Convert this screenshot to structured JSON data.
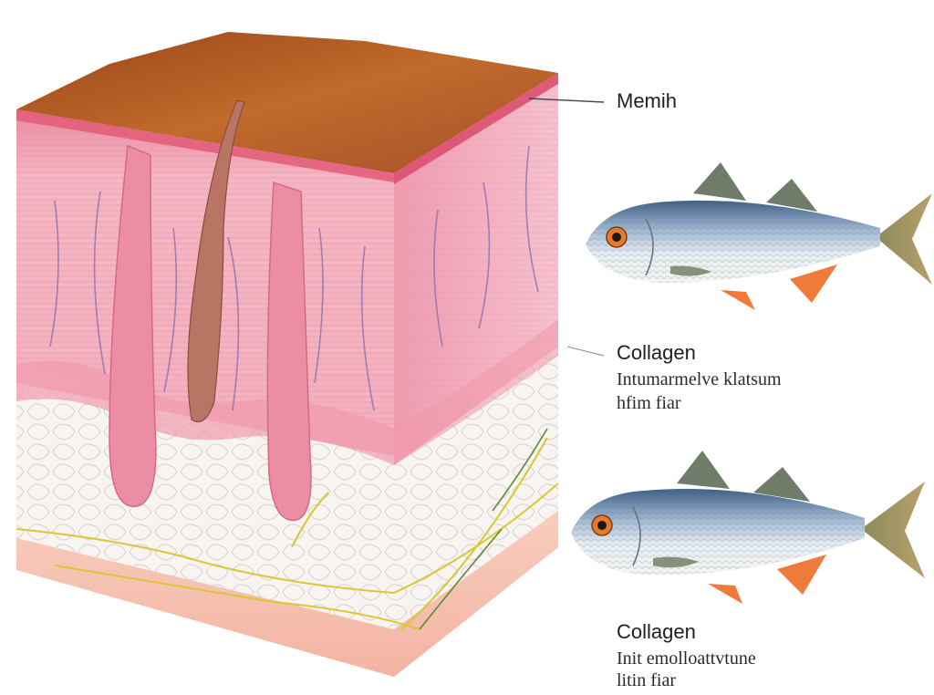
{
  "labels": {
    "top": "Memih",
    "middle": {
      "title": "Collagen",
      "line1": "Intumarmelve klatsum",
      "line2": "hfim fiar"
    },
    "bottom": {
      "title": "Collagen",
      "line1": "Init emolloattvtune",
      "line2": "litin fiar"
    }
  },
  "colors": {
    "epidermis_top": "#b5561f",
    "dermis": "#f3b3c0",
    "dermis_stripe": "#e88fa3",
    "hypodermis": "#f6f3ef",
    "base": "#f7c7b7",
    "vessel": "#8c6fb0",
    "nerve": "#d9c832",
    "fish_body": "#9aaec4",
    "fish_fin": "#f07a3a",
    "fish_eye": "#e6792a"
  }
}
